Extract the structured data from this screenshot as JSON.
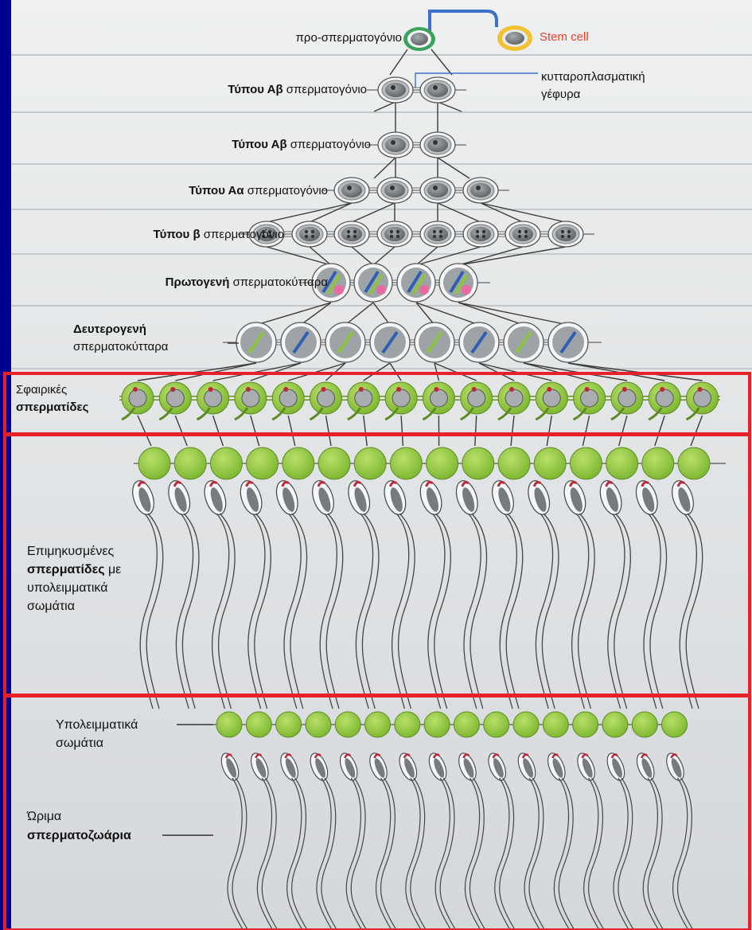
{
  "labels": {
    "pro_spermatogonium": "προ-σπερματογόνιο",
    "stem_cell": "Stem cell",
    "cytoplasmic_bridge_1": "κυτταροπλασματική",
    "cytoplasmic_bridge_2": "γέφυρα",
    "row1_bold": "Τύπου Αβ",
    "row1_rest": " σπερματογόνιο",
    "row2_bold": "Τύπου Αβ",
    "row2_rest": " σπερματογόνιο",
    "row3_bold": "Τύπου Αα",
    "row3_rest": " σπερματογόνιο",
    "row4_bold": "Τύπου β",
    "row4_rest": " σπερματογόνιο",
    "primary_bold": "Πρωτογενή",
    "primary_rest": " σπερματοκύτταρα",
    "secondary_bold": "Δευτερογενή",
    "secondary_rest": "σπερματοκύτταρα",
    "round_1": "Σφαιρικές",
    "round_2": "σπερματίδες",
    "elongated_1": "Επιμηκυσμένες",
    "elongated_2_bold": "σπερματίδες",
    "elongated_2_rest": " με",
    "elongated_3": "υπολειμματικά",
    "elongated_4": "σωμάτια",
    "residual_1": "Υπολειμματικά",
    "residual_2": "σωμάτια",
    "mature_1": "Ώριμα",
    "mature_2": "σπερματοζωάρια"
  },
  "colors": {
    "background": "#00008f",
    "panel_light": "#e6e8ea",
    "panel_dark": "#c9ccd0",
    "green": "#8dc43f",
    "stem_yellow": "#f2c230",
    "highlight_red": "#e8202a",
    "nucleus_gray": "#7b8084",
    "blue_chromosome": "#2f5fb0",
    "pink": "#e86aa0"
  }
}
